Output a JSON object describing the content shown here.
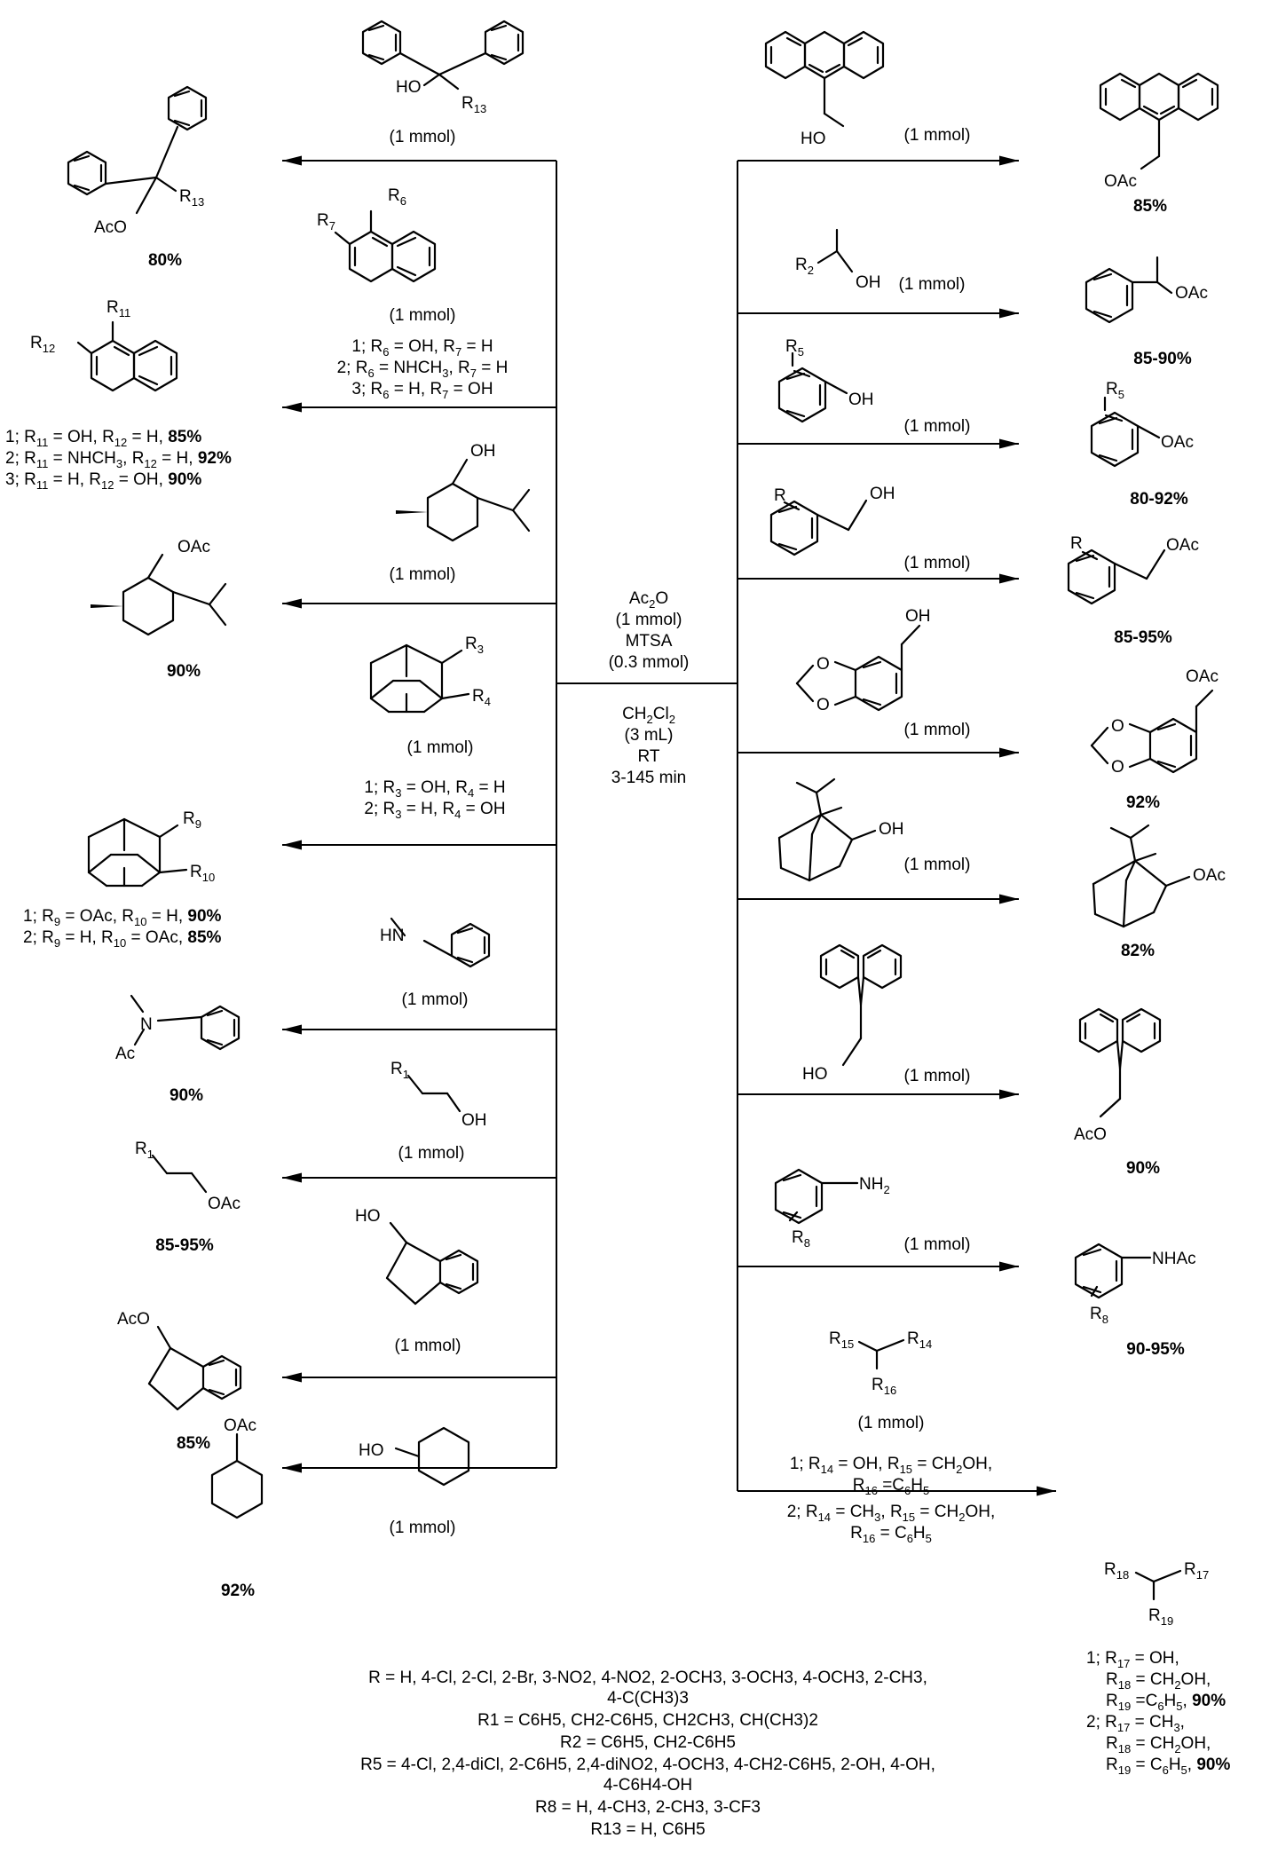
{
  "conditions": {
    "reagent": [
      "Ac",
      "2",
      "O"
    ],
    "amount": "(1 mmol)",
    "catalyst": "MTSA",
    "cat_amount": "(0.3 mmol)",
    "solvent": [
      "CH",
      "2",
      "Cl",
      "2"
    ],
    "volume": "(3 mL)",
    "temp": "RT",
    "time": "3-145 min"
  },
  "mmol": "(1 mmol)",
  "left": {
    "trityl": {
      "sub": [
        "HO",
        "R",
        "13"
      ],
      "prod": [
        "AcO",
        "R",
        "13"
      ],
      "yield": "80%"
    },
    "naph": {
      "sub": [
        "R",
        "6",
        "R",
        "7"
      ],
      "conds": [
        [
          "1; R",
          "6",
          " = OH, R",
          "7",
          " = H"
        ],
        [
          "2; R",
          "6",
          " = NHCH",
          "3",
          ", R",
          "7",
          " = H"
        ],
        [
          "3; R",
          "6",
          " = H, R",
          "7",
          " = OH"
        ]
      ],
      "prod": [
        "R",
        "11",
        "R",
        "12"
      ],
      "yields": [
        [
          "1; R",
          "11",
          " = OH, R",
          "12",
          " = H, ",
          "85%"
        ],
        [
          "2; R",
          "11",
          " = NHCH",
          "3",
          ", R",
          "12",
          " = H, ",
          "92%"
        ],
        [
          "3; R",
          "11",
          " = H, R",
          "12",
          " = OH, ",
          "90%"
        ]
      ]
    },
    "menthol": {
      "sub": "OH",
      "prod": "OAc",
      "yield": "90%"
    },
    "adamantane": {
      "sub": [
        "R",
        "3",
        "R",
        "4"
      ],
      "conds": [
        [
          "1; R",
          "3",
          " = OH, R",
          "4",
          " = H"
        ],
        [
          "2; R",
          "3",
          " = H, R",
          "4",
          " = OH"
        ]
      ],
      "prod": [
        "R",
        "9",
        "R",
        "10"
      ],
      "yields": [
        [
          "1; R",
          "9",
          " = OAc, R",
          "10",
          " = H, ",
          "90%"
        ],
        [
          "2; R",
          "9",
          " = H, R",
          "10",
          " = OAc, ",
          "85%"
        ]
      ]
    },
    "aniline_me": {
      "sub": "HN",
      "prod": [
        "N",
        "Ac"
      ],
      "yield": "90%"
    },
    "alkyl_alc": {
      "sub": [
        "R",
        "1",
        "OH"
      ],
      "prod": [
        "R",
        "1",
        "OAc"
      ],
      "yield": "85-95%"
    },
    "indanol": {
      "sub": "HO",
      "prod": "AcO",
      "yield": "85%"
    },
    "cyclohexanol": {
      "sub": "HO",
      "prod": "OAc",
      "yield": "92%"
    }
  },
  "right": {
    "anthracene": {
      "sub": "HO",
      "prod": "OAc",
      "yield": "85%"
    },
    "sec_alc": {
      "sub": [
        "R",
        "2",
        "OH"
      ],
      "prod": "OAc",
      "yield": "85-90%"
    },
    "phenol": {
      "sub": [
        "R",
        "5",
        "OH"
      ],
      "prod": [
        "R",
        "5",
        "OAc"
      ],
      "yield": "80-92%"
    },
    "benzyl": {
      "sub": [
        "R",
        "OH"
      ],
      "prod": [
        "R",
        "OAc"
      ],
      "yield": "85-95%"
    },
    "piperonyl": {
      "sub": [
        "OH",
        "O",
        "O"
      ],
      "prod": [
        "OAc",
        "O",
        "O"
      ],
      "yield": "92%"
    },
    "borneol": {
      "sub": "OH",
      "prod": "OAc",
      "yield": "82%"
    },
    "fluorene": {
      "sub": "HO",
      "prod": "AcO",
      "yield": "90%"
    },
    "anilines": {
      "sub": [
        "NH",
        "2",
        "R",
        "8"
      ],
      "prod": [
        "NHAc",
        "R",
        "8"
      ],
      "yield": "90-95%"
    },
    "diol": {
      "sub": [
        "R",
        "15",
        "R",
        "14",
        "R",
        "16"
      ],
      "conds": [
        [
          "1; R",
          "14",
          " = OH, R",
          "15",
          " = CH",
          "2",
          "OH,"
        ],
        [
          "R",
          "16",
          " =C",
          "6",
          "H",
          "5"
        ],
        [
          "2; R",
          "14",
          " = CH",
          "3",
          ", R",
          "15",
          " = CH",
          "2",
          "OH,"
        ],
        [
          "R",
          "16",
          " = C",
          "6",
          "H",
          "5"
        ]
      ],
      "prod": [
        "R",
        "18",
        "R",
        "17",
        "R",
        "19"
      ],
      "yields": [
        [
          "1; R",
          "17",
          " = OH,"
        ],
        [
          "R",
          "18",
          " = CH",
          "2",
          "OH,"
        ],
        [
          "R",
          "19",
          " =C",
          "6",
          "H",
          "5",
          ", ",
          "90%"
        ],
        [
          "2; R",
          "17",
          " = CH",
          "3",
          ","
        ],
        [
          "R",
          "18",
          " = CH",
          "2",
          "OH,"
        ],
        [
          "R",
          "19",
          " = C",
          "6",
          "H",
          "5",
          ", ",
          "90%"
        ]
      ]
    }
  },
  "footnotes": [
    "R = H, 4-Cl, 2-Cl, 2-Br, 3-NO2, 4-NO2, 2-OCH3, 3-OCH3, 4-OCH3, 2-CH3,",
    "4-C(CH3)3",
    "R1 = C6H5, CH2-C6H5, CH2CH3, CH(CH3)2",
    "R2 = C6H5, CH2-C6H5",
    "R5 = 4-Cl, 2,4-diCl, 2-C6H5, 2,4-diNO2, 4-OCH3, 4-CH2-C6H5, 2-OH, 4-OH,",
    "4-C6H4-OH",
    "R8 = H, 4-CH3, 2-CH3, 3-CF3",
    "R13 = H, C6H5"
  ]
}
